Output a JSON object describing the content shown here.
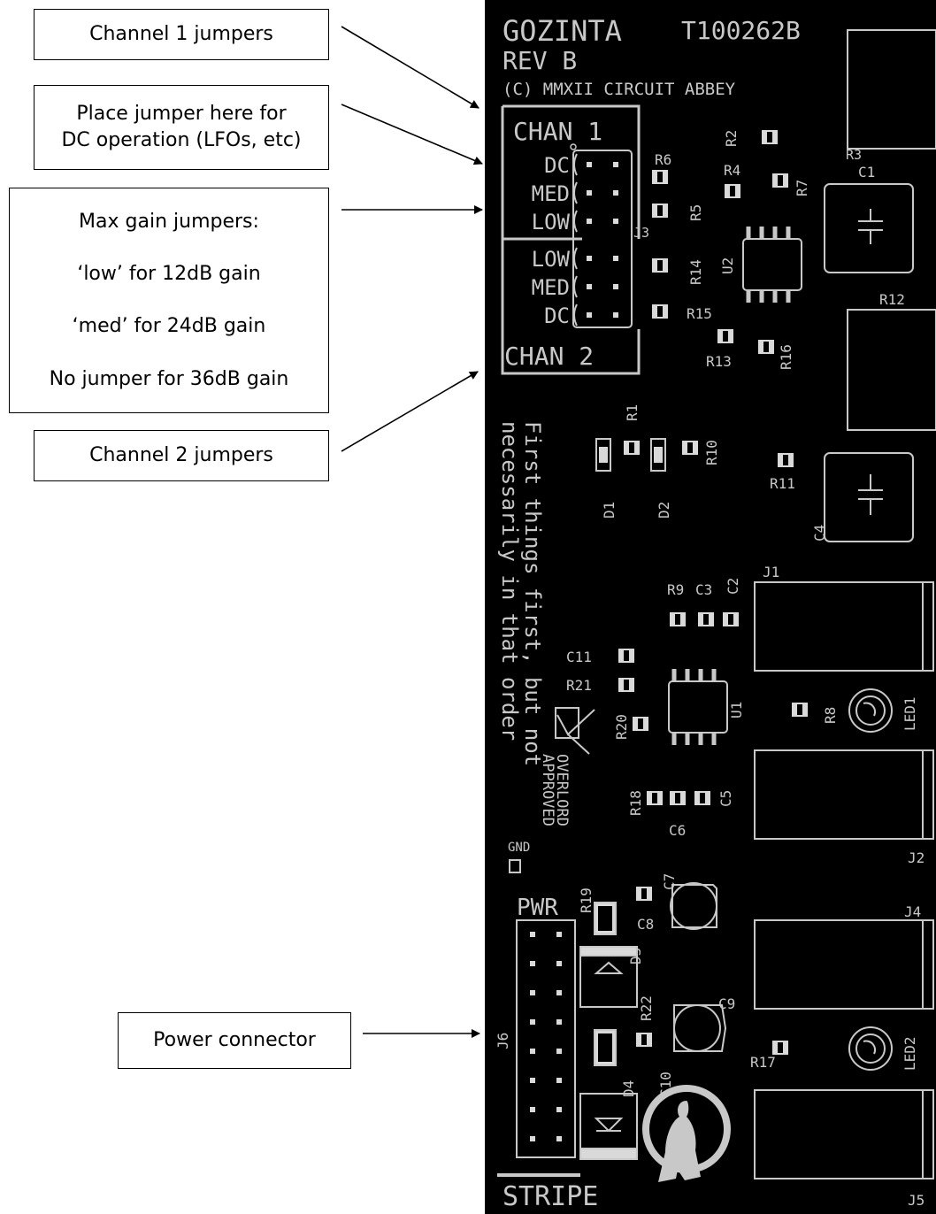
{
  "callouts": {
    "channel1": "Channel 1 jumpers",
    "dc_line1": "Place jumper here for",
    "dc_line2": "DC operation (LFOs, etc)",
    "gain_title": "Max gain jumpers:",
    "gain_low": "‘low’ for 12dB gain",
    "gain_med": "‘med’ for 24dB gain",
    "gain_none": "No jumper for 36dB gain",
    "channel2": "Channel 2 jumpers",
    "power": "Power connector"
  },
  "board": {
    "title": "GOZINTA",
    "part": "T100262B",
    "rev": "REV B",
    "copyright": "(C) MMXII CIRCUIT ABBEY",
    "chan1": "CHAN 1",
    "chan2": "CHAN 2",
    "jumper_rows": [
      "DC",
      "MED",
      "LOW",
      "LOW",
      "MED",
      "DC"
    ],
    "motto_line1": "First things first, but not",
    "motto_line2": "necessarily in that order",
    "overlord_line1": "OVERLORD",
    "overlord_line2": "APPROVED",
    "gnd": "GND",
    "pwr": "PWR",
    "stripe": "STRIPE",
    "labels": {
      "r2": "R2",
      "r3": "R3",
      "c1": "C1",
      "r6": "R6",
      "r4": "R4",
      "r7": "R7",
      "r5": "R5",
      "j3": "J3",
      "u2": "U2",
      "r14": "R14",
      "r12": "R12",
      "r15": "R15",
      "r13": "R13",
      "r16": "R16",
      "r1": "R1",
      "r10": "R10",
      "r11": "R11",
      "d1": "D1",
      "d2": "D2",
      "c4": "C4",
      "r9": "R9",
      "c3": "C3",
      "c2": "C2",
      "j1": "J1",
      "c11": "C11",
      "r21": "R21",
      "r20": "R20",
      "u1": "U1",
      "r8": "R8",
      "led1": "LED1",
      "r18": "R18",
      "c5": "C5",
      "c6": "C6",
      "j2": "J2",
      "c7": "C7",
      "r19": "R19",
      "c8": "C8",
      "j4": "J4",
      "d3": "D3",
      "c9": "C9",
      "r22": "R22",
      "j6": "J6",
      "r17": "R17",
      "led2": "LED2",
      "c10": "C10",
      "d4": "D4",
      "j5": "J5"
    }
  },
  "colors": {
    "board": "#000000",
    "silkscreen": "#c8c8c8",
    "pad": "#d9d9d9",
    "callout_border": "#000000"
  }
}
